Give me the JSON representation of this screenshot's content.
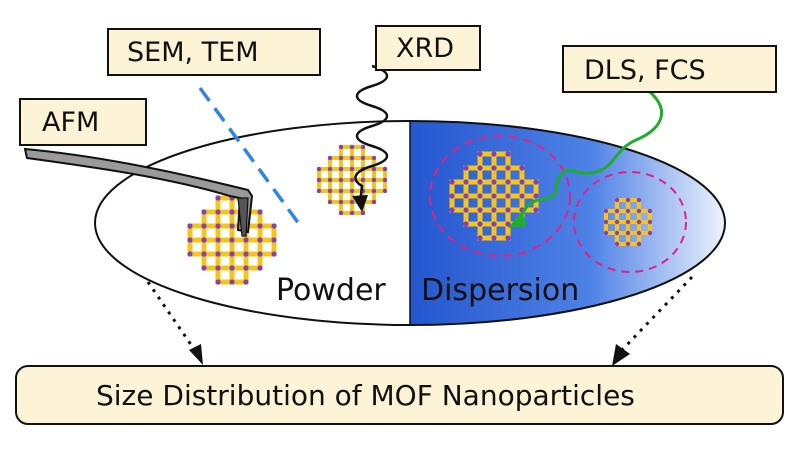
{
  "labels": {
    "afm": "AFM",
    "sem_tem": "SEM, TEM",
    "xrd": "XRD",
    "dls_fcs": "DLS, FCS",
    "powder": "Powder",
    "dispersion": "Dispersion",
    "footer": "Size Distribution of MOF Nanoparticles"
  },
  "colors": {
    "label_box_fill": "#fdf3d6",
    "outline": "#111111",
    "dispersion_blue": "#2f63d6",
    "dashed_line_blue": "#2f86e0",
    "dls_wave_green": "#1fae2b",
    "halo_magenta": "#e0218a",
    "lattice_yellow": "#f4c51c",
    "lattice_node_purple": "#8a3fb0",
    "afm_tip_gray": "#9a9a9a"
  },
  "icons": {
    "afm_probe": "afm-cantilever-icon",
    "xrd_wave": "xray-wave-icon",
    "dls_wave": "laser-wave-icon",
    "mof_crystal": "mof-lattice-icon"
  }
}
